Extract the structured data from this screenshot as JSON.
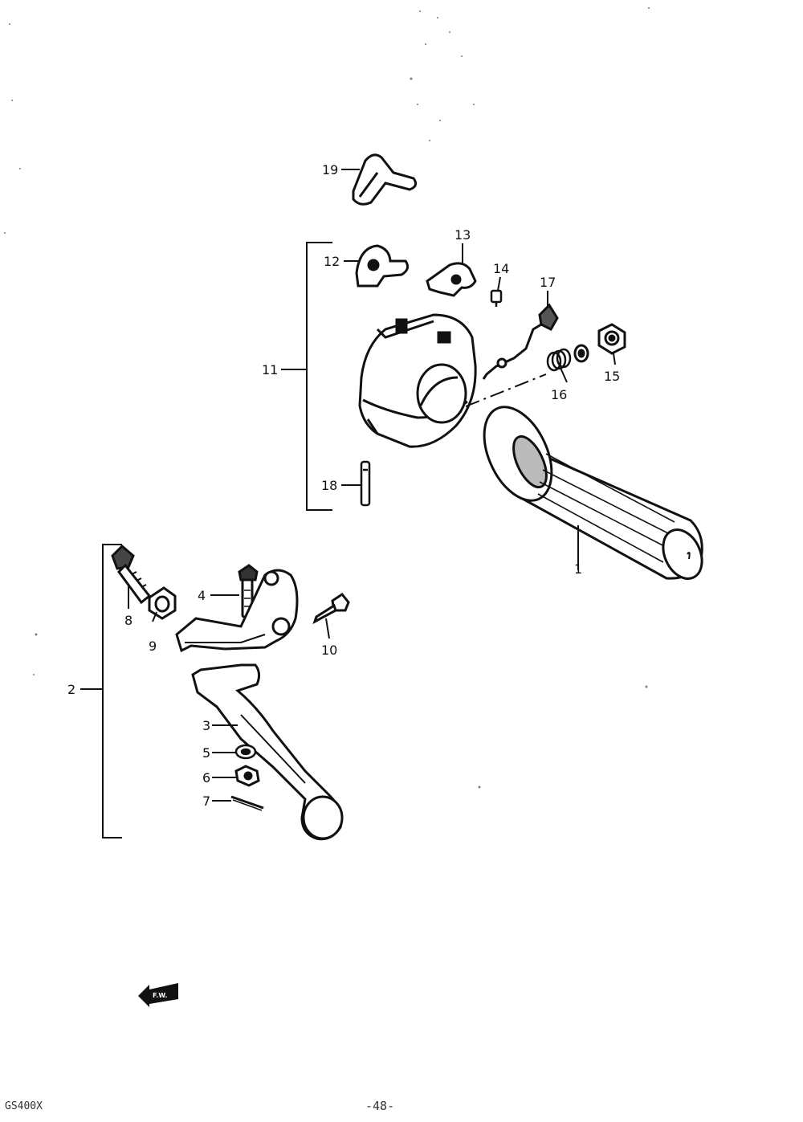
{
  "callouts": {
    "c1": "1",
    "c2": "2",
    "c3": "3",
    "c4": "4",
    "c5": "5",
    "c6": "6",
    "c7": "7",
    "c8": "8",
    "c9": "9",
    "c10": "10",
    "c11": "11",
    "c12": "12",
    "c13": "13",
    "c14": "14",
    "c15": "15",
    "c16": "16",
    "c17": "17",
    "c18": "18",
    "c19": "19"
  },
  "direction_badge": "F.W.",
  "footer": {
    "model": "GS400X",
    "page": "-48-"
  },
  "colors": {
    "ink": "#111111",
    "paper": "#ffffff"
  }
}
